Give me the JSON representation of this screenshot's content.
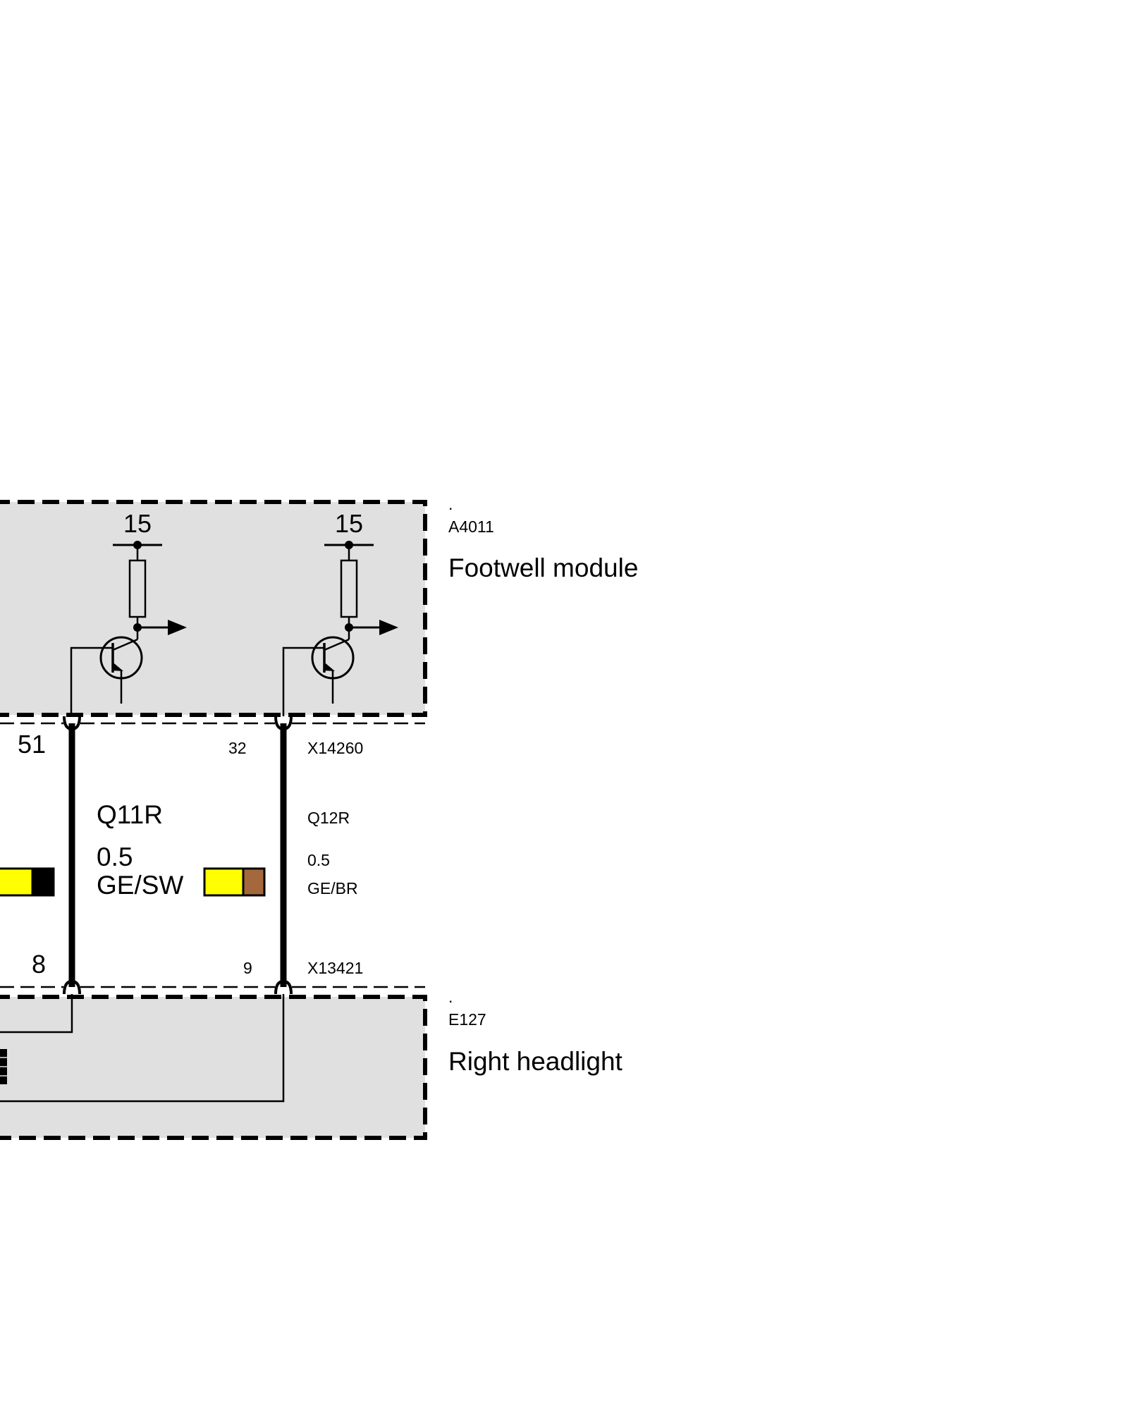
{
  "modules": {
    "top": {
      "dot": ".",
      "code": "A4011",
      "name": "Footwell module"
    },
    "bottom": {
      "dot": ".",
      "code": "E127",
      "name": "Right headlight"
    }
  },
  "supply": {
    "left_label": "15",
    "right_label": "15"
  },
  "connectors": {
    "top": {
      "id": "X14260",
      "pin_left": "51",
      "pin_right": "32"
    },
    "bottom": {
      "id": "X13421",
      "pin_left": "8",
      "pin_right": "9"
    }
  },
  "wires": {
    "left": {
      "id": "Q11R",
      "gauge": "0.5",
      "color_code": "GE/SW",
      "colors": [
        "#ffff00",
        "#000000"
      ]
    },
    "right": {
      "id": "Q12R",
      "gauge": "0.5",
      "color_code": "GE/BR",
      "colors": [
        "#ffff00",
        "#a5683c"
      ]
    }
  },
  "colors": {
    "module_fill": "#e0e0e0",
    "line": "#000000"
  }
}
